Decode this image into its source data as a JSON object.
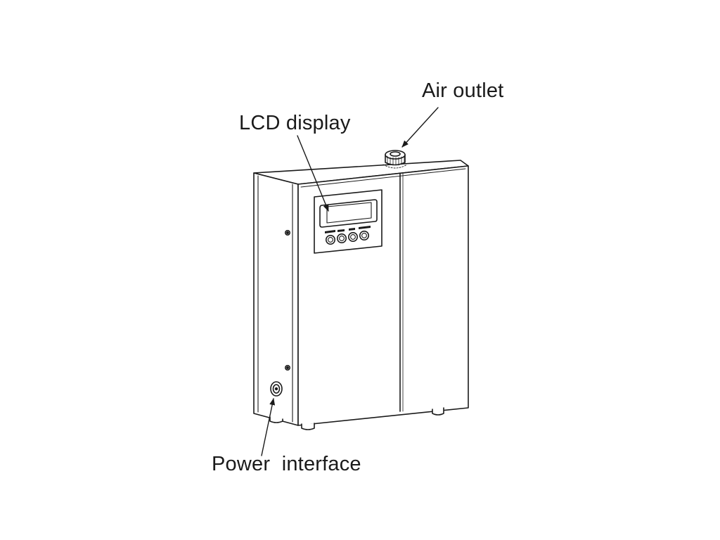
{
  "labels": {
    "air_outlet": "Air outlet",
    "lcd_display": "LCD display",
    "power_interface": "Power  interface"
  },
  "colors": {
    "background": "#ffffff",
    "line": "#1a1a1a",
    "text": "#1a1a1a"
  },
  "device": {
    "display_buttons": 4
  }
}
